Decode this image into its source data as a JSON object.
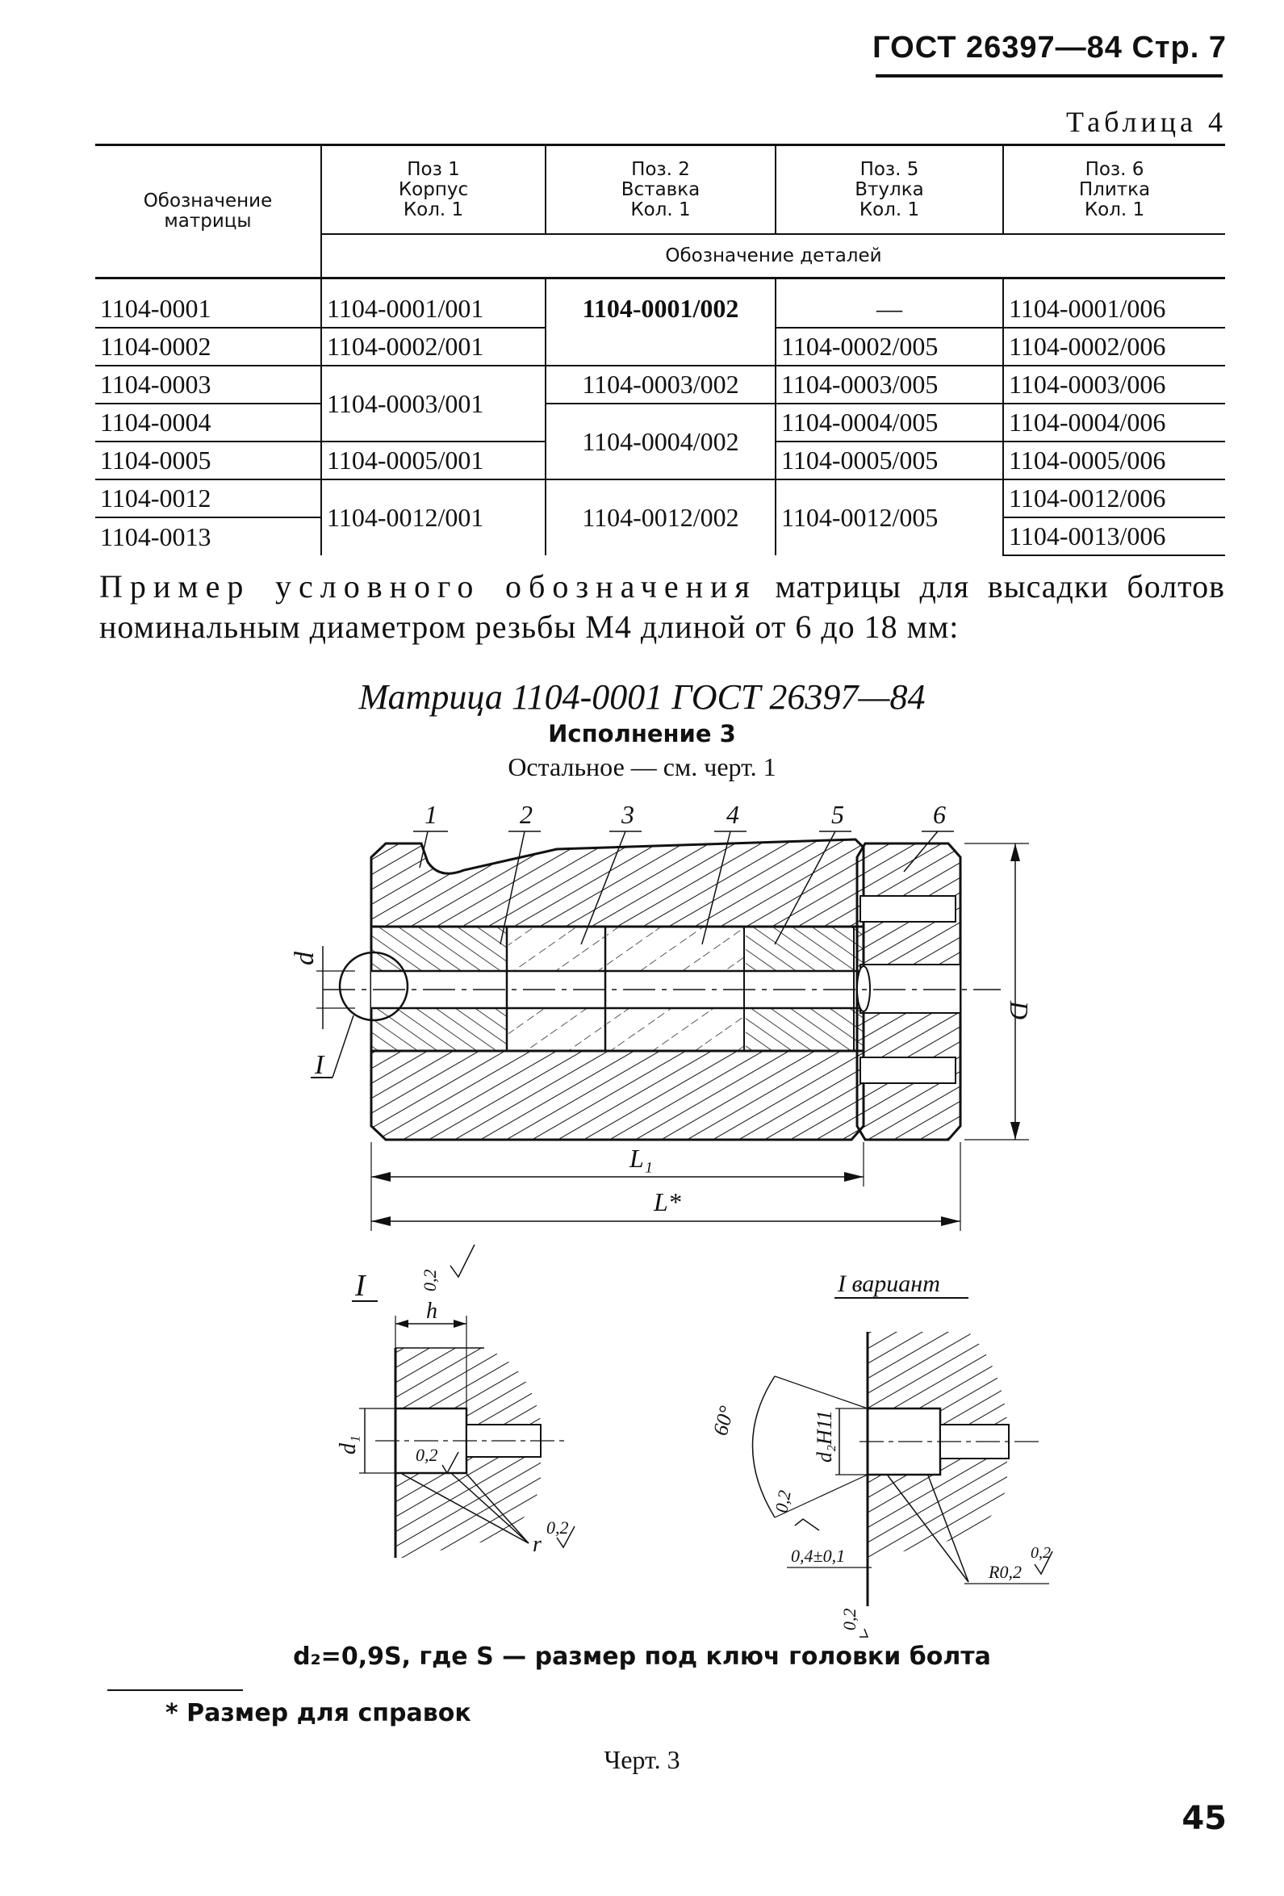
{
  "header": {
    "text": "ГОСТ 26397—84 Стр. 7"
  },
  "table": {
    "caption": "Таблица 4",
    "stub_header": "Обозначение матрицы",
    "columns": [
      {
        "pos": "Поз 1",
        "name": "Корпус",
        "qty": "Кол. 1"
      },
      {
        "pos": "Поз. 2",
        "name": "Вставка",
        "qty": "Кол. 1"
      },
      {
        "pos": "Поз. 5",
        "name": "Втулка",
        "qty": "Кол. 1"
      },
      {
        "pos": "Поз. 6",
        "name": "Плитка",
        "qty": "Кол. 1"
      }
    ],
    "subheader": "Обозначение деталей",
    "stub": [
      "1104-0001",
      "1104-0002",
      "1104-0003",
      "1104-0004",
      "1104-0005",
      "1104-0012",
      "1104-0013"
    ],
    "pos1": [
      "1104-0001/001",
      "1104-0002/001",
      "1104-0003/001",
      "1104-0005/001",
      "1104-0012/001"
    ],
    "pos2": [
      "1104-0001/002",
      "1104-0003/002",
      "1104-0004/002",
      "1104-0012/002"
    ],
    "pos5": [
      "—",
      "1104-0002/005",
      "1104-0003/005",
      "1104-0004/005",
      "1104-0005/005",
      "1104-0012/005"
    ],
    "pos6": [
      "1104-0001/006",
      "1104-0002/006",
      "1104-0003/006",
      "1104-0004/006",
      "1104-0005/006",
      "1104-0012/006",
      "1104-0013/006"
    ]
  },
  "paragraph": {
    "spaced": "Пример условного обозначения",
    "rest": "матрицы для высадки болтов номинальным диаметром резьбы М4 длиной от 6 до 18 мм:"
  },
  "example": "Матрица 1104-0001 ГОСТ 26397—84",
  "variant": "Исполнение 3",
  "other": "Остальное — см. черт. 1",
  "drawing": {
    "positions": [
      "1",
      "2",
      "3",
      "4",
      "5",
      "6"
    ],
    "dim_d": "d",
    "dim_D": "D",
    "dim_L1": "L₁",
    "dim_L": "L*",
    "view_label": "I",
    "detail_left": {
      "label": "I",
      "rough_top": "0,2",
      "h": "h",
      "d1": "d₁",
      "rough_in": "0,2",
      "r": "r",
      "rough_r": "0,2"
    },
    "detail_right": {
      "label": "I вариант",
      "angle": "60°",
      "d2": "d₂H11",
      "rough_left": "0,2",
      "chamfer": "0,4±0,1",
      "rough_r": "R0,2",
      "rough_r_val": "0,2",
      "rough_bottom": "0,2"
    }
  },
  "formula": "d₂=0,9S, где S — размер под ключ головки болта",
  "footnote": "* Размер для справок",
  "figure_caption": "Черт. 3",
  "page_number": "45"
}
